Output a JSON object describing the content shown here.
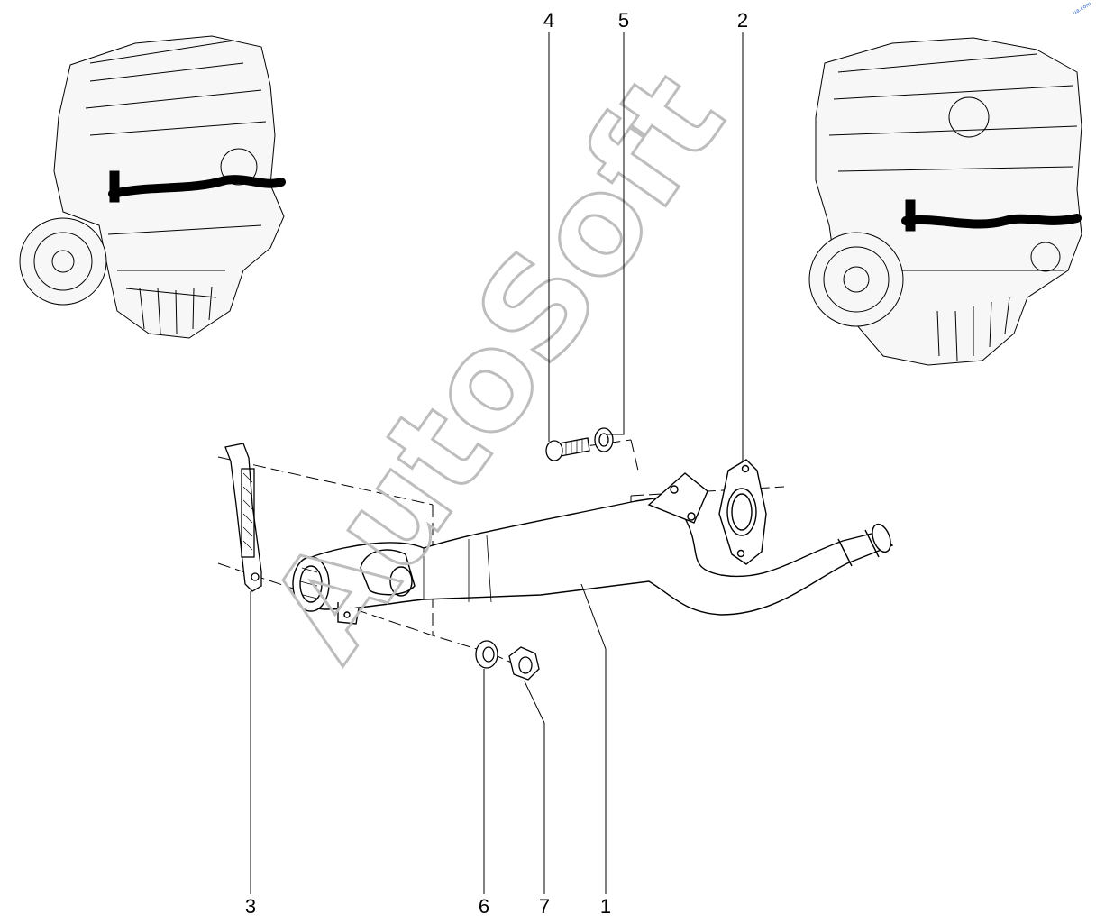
{
  "watermark": "AutoSoft",
  "corner_mark": "ua.com",
  "callouts": [
    {
      "id": "4",
      "label": "4"
    },
    {
      "id": "5",
      "label": "5"
    },
    {
      "id": "2",
      "label": "2"
    },
    {
      "id": "3",
      "label": "3"
    },
    {
      "id": "6",
      "label": "6"
    },
    {
      "id": "7",
      "label": "7"
    },
    {
      "id": "1",
      "label": "1"
    }
  ],
  "colors": {
    "line": "#000000",
    "watermark": "#bdbdbd",
    "engine_fill": "#f7f7f7"
  }
}
